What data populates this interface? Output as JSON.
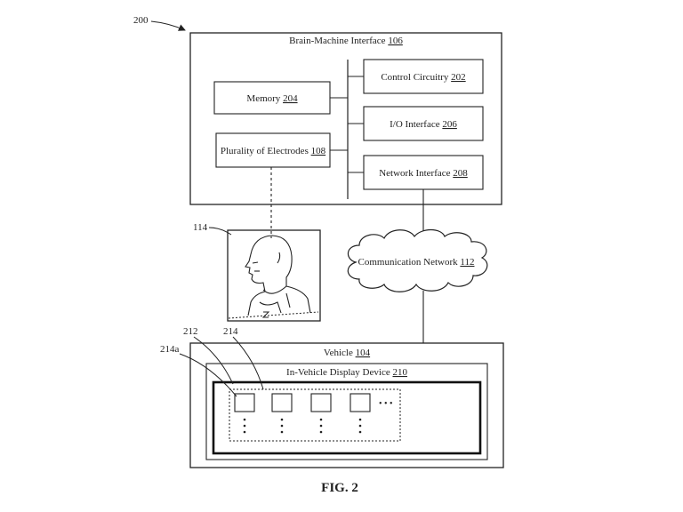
{
  "diagram": {
    "ref_main": "200",
    "bmi": {
      "label": "Brain-Machine Interface ",
      "ref": "106"
    },
    "memory": {
      "label": "Memory ",
      "ref": "204"
    },
    "electrodes": {
      "label": "Plurality of Electrodes ",
      "ref": "108"
    },
    "control": {
      "label": "Control Circuitry ",
      "ref": "202"
    },
    "io": {
      "label": "I/O Interface ",
      "ref": "206"
    },
    "network_if": {
      "label": "Network Interface ",
      "ref": "208"
    },
    "user_ref": "114",
    "cloud": {
      "label": "Communication Network ",
      "ref": "112"
    },
    "vehicle": {
      "label": "Vehicle ",
      "ref": "104"
    },
    "display": {
      "label": "In-Vehicle Display Device ",
      "ref": "210"
    },
    "ref_212": "212",
    "ref_214": "214",
    "ref_214a": "214a",
    "ellipsis_h": "• • •",
    "figure_caption": "FIG. 2"
  }
}
